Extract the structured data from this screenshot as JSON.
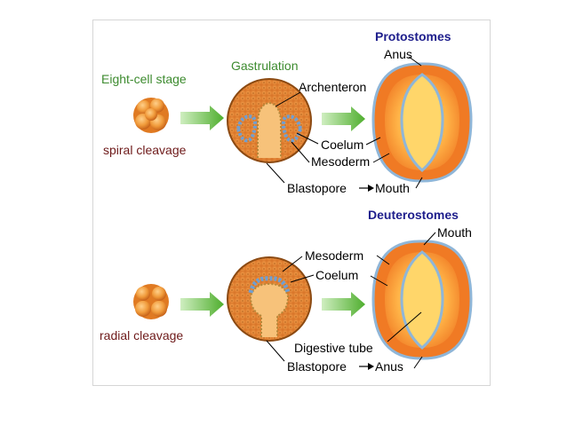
{
  "labels": {
    "eight_cell_stage": "Eight-cell stage",
    "gastrulation": "Gastrulation",
    "spiral_cleavage": "spiral cleavage",
    "radial_cleavage": "radial cleavage",
    "protostomes": "Protostomes",
    "deuterostomes": "Deuterostomes",
    "anus": "Anus",
    "mouth": "Mouth",
    "archenteron": "Archenteron",
    "coelum": "Coelum",
    "mesoderm": "Mesoderm",
    "blastopore": "Blastopore",
    "digestive_tube": "Digestive tube"
  },
  "colors": {
    "section_title": "#1e1e8c",
    "stage_label": "#3d8b2f",
    "cleavage_label": "#6e1a1a",
    "arrow": "#5cb83a",
    "embryo": "#e8892c",
    "mesoderm_cells": "#7fa8d6",
    "body_outer": "#f28a2a",
    "body_inner": "#ffb347"
  }
}
